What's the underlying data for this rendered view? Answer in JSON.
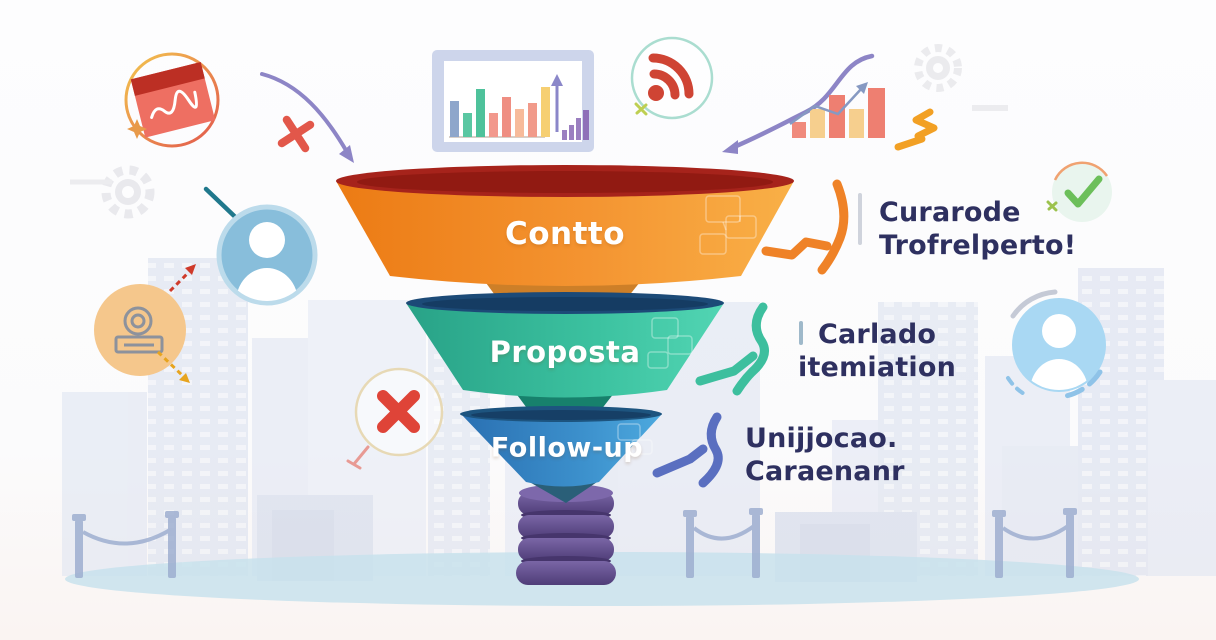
{
  "funnel": {
    "stages": [
      {
        "label": "Contto",
        "body_color": "#f08a1f",
        "rim_color": "#a6231b"
      },
      {
        "label": "Proposta",
        "body_color": "#36b796",
        "rim_color": "#1c4a77"
      },
      {
        "label": "Follow-up",
        "body_color": "#3a8ecb",
        "rim_color": "#1d547f"
      }
    ],
    "base_color": "#5f4b8b"
  },
  "annotations": [
    {
      "line1": "Curarode",
      "line2": "Trofrelperto!",
      "arrow_color": "#ef8227"
    },
    {
      "line1": "Carlado",
      "line2": "itemiation",
      "arrow_color": "#3dbf9e"
    },
    {
      "line1": "Unijjocao.",
      "line2": "Caraenanr",
      "arrow_color": "#5a6fc0"
    }
  ],
  "icons": [
    "picture-chart-badge-icon",
    "gear-icon",
    "small-red-x-icon",
    "purple-curve-arrow-icon",
    "teal-pin-icon",
    "user-avatar-icon",
    "webcam-badge-icon",
    "bar-chart-board-icon",
    "rss-badge-icon",
    "sparkle-icon",
    "growth-curve-arrow-icon",
    "trend-bars-icon",
    "orange-zigzag-icon",
    "dash-icon",
    "check-badge-icon",
    "x-circle-icon",
    "coil-base",
    "city-skyline",
    "rope-fence",
    "ground-shadow"
  ],
  "colors": {
    "annotation_text": "#2e3060",
    "stage1_body": "#f08a1f",
    "stage1_rim": "#a6231b",
    "stage2_body": "#36b796",
    "stage2_rim": "#1c4a77",
    "stage3_body": "#3a8ecb",
    "stage3_rim": "#1d547f",
    "coil_base": "#5f4b8b",
    "arrow_orange": "#ef8227",
    "arrow_teal": "#3dbf9e",
    "arrow_indigo": "#5a6fc0",
    "ground": "#c8e2ec",
    "skyline": "#dce3f2",
    "background": "#fcfcfd"
  }
}
